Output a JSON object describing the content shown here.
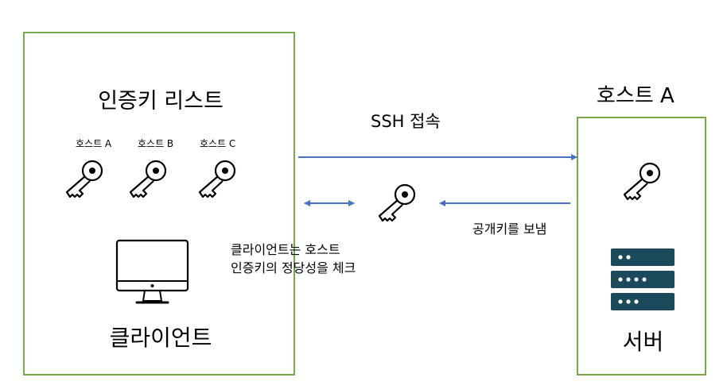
{
  "client": {
    "title": "인증키 리스트",
    "key_labels": [
      "호스트 A",
      "호스트 B",
      "호스트 C"
    ],
    "label": "클라이언트"
  },
  "host": {
    "title": "호스트 A",
    "server_label": "서버"
  },
  "connection": {
    "ssh_label": "SSH 접속",
    "send_key_label": "공개키를 보냄",
    "check_label_line1": "클라이언트는 호스트",
    "check_label_line2": "인증키의 정당성을 체크"
  },
  "colors": {
    "box_border": "#77a845",
    "arrow": "#4472c4",
    "server": "#1b4a5c",
    "icon_stroke": "#000000"
  },
  "icons": [
    "key-icon",
    "monitor-icon",
    "server-icon"
  ]
}
